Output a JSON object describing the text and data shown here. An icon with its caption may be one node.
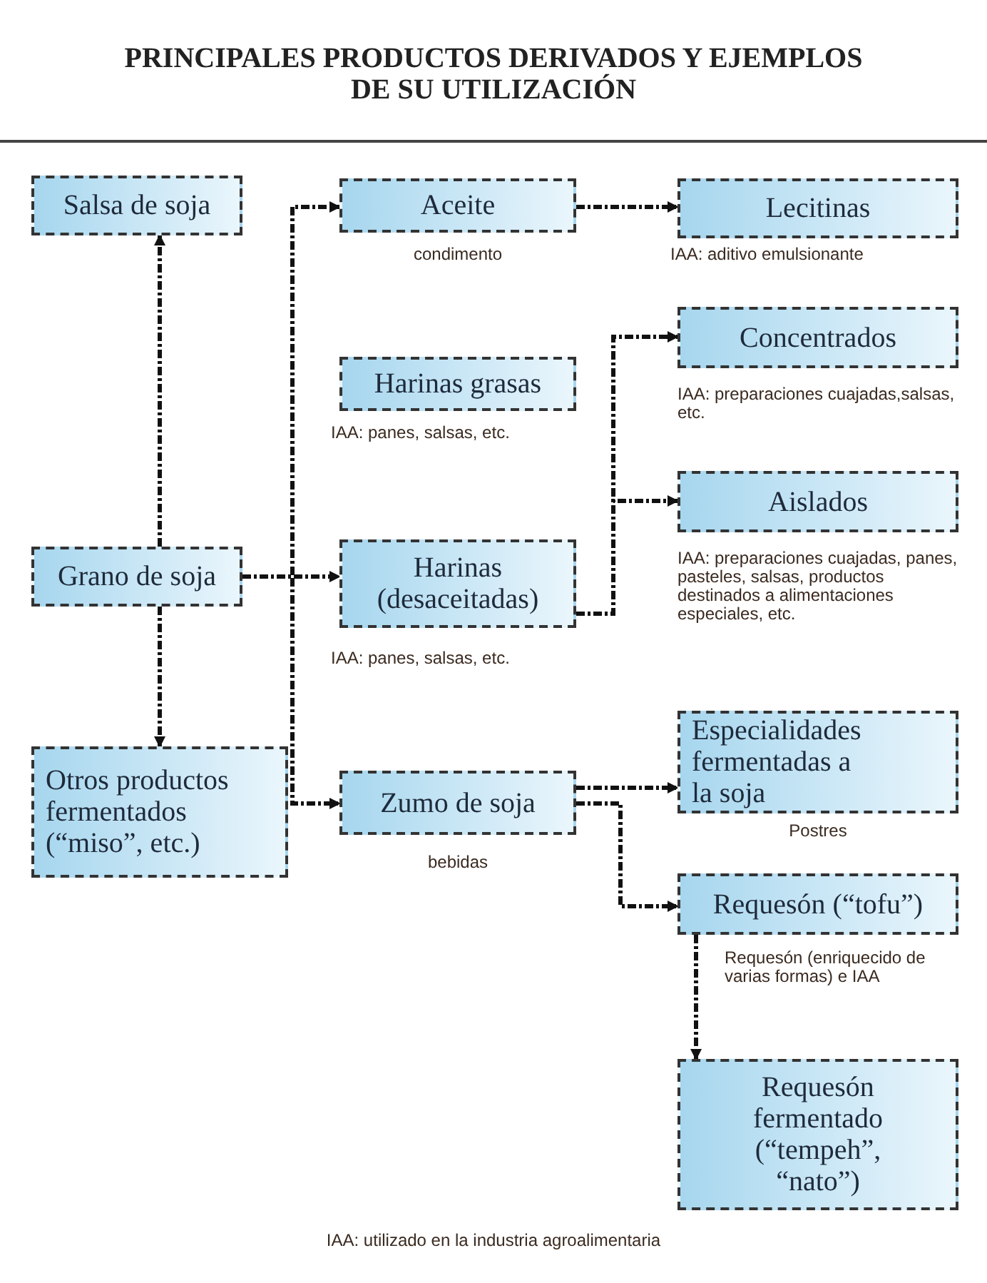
{
  "diagram": {
    "title": "PRINCIPALES PRODUCTOS DERIVADOS Y EJEMPLOS DE SU UTILIZACIÓN",
    "nodes": [
      {
        "text": [
          "Salsa de soja"
        ]
      },
      {
        "text": [
          "Aceite"
        ],
        "beside": [
          "condimento"
        ]
      },
      {
        "text": [
          "Lecitinas"
        ],
        "beside": [
          "IAA: aditivo emulsionante"
        ]
      },
      {
        "text": [
          "Harinas grasas"
        ],
        "beside": [
          "IAA: panes, salsas, etc."
        ]
      },
      {
        "text": [
          "Concentrados"
        ],
        "beside": [
          "IAA: preparaciones cuajadas,salsas, etc."
        ]
      },
      {
        "text": [
          "Grano de soja"
        ]
      },
      {
        "text": [
          "Harinas (desaceitadas)"
        ],
        "beside": [
          "IAA: panes, salsas, etc."
        ]
      },
      {
        "text": [
          "Aislados"
        ],
        "beside": [
          "IAA: preparaciones cuajadas, panes, pasteles, salsas, productos destinados a alimentaciones especiales, etc."
        ]
      },
      {
        "text": [
          "Otros productos fermentados (“miso”, etc.)"
        ]
      },
      {
        "text": [
          "Zumo de soja"
        ],
        "beside": [
          "bebidas"
        ]
      },
      {
        "text": [
          "Especialidades fermentadas a la soja"
        ],
        "beside": [
          "Postres"
        ]
      },
      {
        "text": [
          "Requesón (“tofu”)"
        ],
        "beside": [
          "Requesón (enriquecido de varias formas) e IAA"
        ]
      },
      {
        "text": [
          "Requesón fermentado (“tempeh”, “nato”)"
        ]
      }
    ],
    "edges": [
      {
        "from": 5,
        "to": 0,
        "arrow": "to"
      },
      {
        "from": 5,
        "to": 8,
        "arrow": "to"
      },
      {
        "from": 5,
        "to": 1,
        "arrow": "to"
      },
      {
        "from": 5,
        "to": 6,
        "arrow": "to"
      },
      {
        "from": 5,
        "to": 9,
        "arrow": "to"
      },
      {
        "from": 1,
        "to": 2,
        "arrow": "to"
      },
      {
        "from": 6,
        "to": 4,
        "arrow": "to"
      },
      {
        "from": 6,
        "to": 7,
        "arrow": "to"
      },
      {
        "from": 9,
        "to": 10,
        "arrow": "to"
      },
      {
        "from": 9,
        "to": 11,
        "arrow": "to"
      },
      {
        "from": 11,
        "to": 12,
        "arrow": "to"
      }
    ],
    "labels": [
      "IAA: utilizado en la industria agroalimentaria"
    ]
  }
}
